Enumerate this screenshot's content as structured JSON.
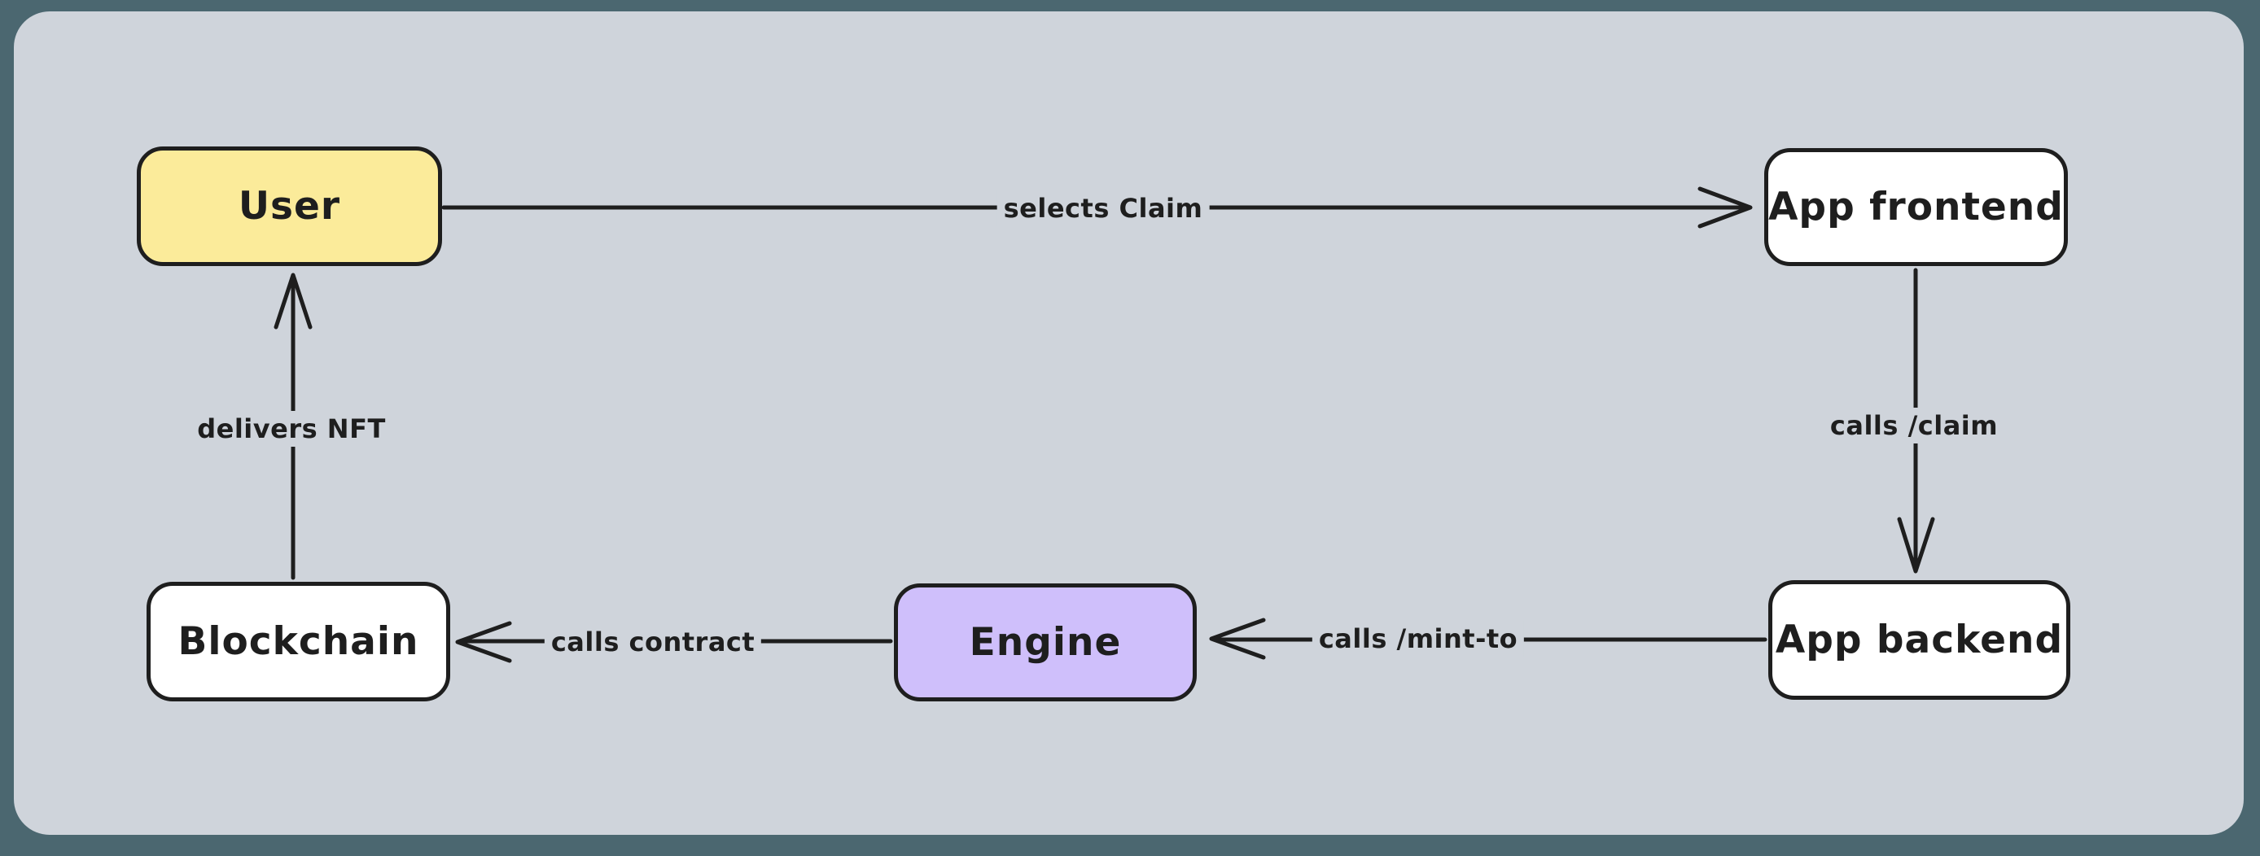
{
  "diagram": {
    "nodes": {
      "user": {
        "label": "User",
        "fill": "#fbeb9a"
      },
      "app_frontend": {
        "label": "App frontend",
        "fill": "#ffffff"
      },
      "app_backend": {
        "label": "App backend",
        "fill": "#ffffff"
      },
      "engine": {
        "label": "Engine",
        "fill": "#cfbffb"
      },
      "blockchain": {
        "label": "Blockchain",
        "fill": "#ffffff"
      }
    },
    "edges": {
      "user_to_frontend": {
        "label": "selects Claim",
        "from": "User",
        "to": "App frontend"
      },
      "frontend_to_backend": {
        "label": "calls /claim",
        "from": "App frontend",
        "to": "App backend"
      },
      "backend_to_engine": {
        "label": "calls /mint-to",
        "from": "App backend",
        "to": "Engine"
      },
      "engine_to_blockchain": {
        "label": "calls contract",
        "from": "Engine",
        "to": "Blockchain"
      },
      "blockchain_to_user": {
        "label": "delivers NFT",
        "from": "Blockchain",
        "to": "User"
      }
    },
    "colors": {
      "outer_background": "#4b6770",
      "canvas_background": "#cfd4db",
      "stroke": "#1e1e1e"
    }
  }
}
